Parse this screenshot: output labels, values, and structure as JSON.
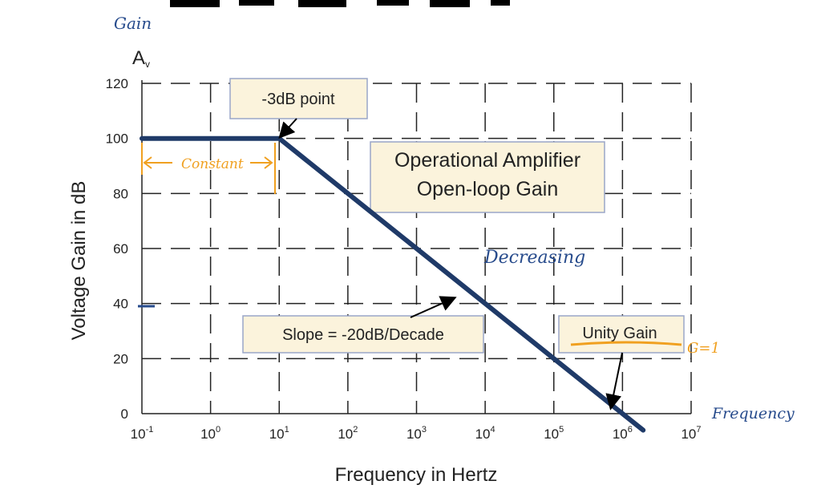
{
  "chart_data": {
    "type": "line",
    "title": "",
    "xlabel": "Frequency in Hertz",
    "ylabel": "Voltage Gain in dB",
    "yaxis_symbol": "Av",
    "x_scale": "log",
    "xlim": [
      0.1,
      10000000
    ],
    "ylim": [
      0,
      120
    ],
    "grid": true,
    "x_ticks": [
      {
        "value": 0.1,
        "base": "10",
        "exp": "-1"
      },
      {
        "value": 1,
        "base": "10",
        "exp": "0"
      },
      {
        "value": 10,
        "base": "10",
        "exp": "1"
      },
      {
        "value": 100,
        "base": "10",
        "exp": "2"
      },
      {
        "value": 1000,
        "base": "10",
        "exp": "3"
      },
      {
        "value": 10000,
        "base": "10",
        "exp": "4"
      },
      {
        "value": 100000,
        "base": "10",
        "exp": "5"
      },
      {
        "value": 1000000,
        "base": "10",
        "exp": "6"
      },
      {
        "value": 10000000,
        "base": "10",
        "exp": "7"
      }
    ],
    "y_ticks": [
      {
        "value": 0,
        "label": "0"
      },
      {
        "value": 20,
        "label": "20"
      },
      {
        "value": 40,
        "label": "40"
      },
      {
        "value": 60,
        "label": "60"
      },
      {
        "value": 80,
        "label": "80"
      },
      {
        "value": 100,
        "label": "100"
      },
      {
        "value": 120,
        "label": "120"
      }
    ],
    "series": [
      {
        "color": "#1f3a68",
        "x": [
          0.1,
          10,
          1000000,
          2000000
        ],
        "y": [
          100,
          100,
          0,
          -6
        ]
      }
    ],
    "annotations": {
      "minus3db": {
        "text": "-3dB point"
      },
      "title_box": {
        "line1": "Operational Amplifier",
        "line2": "Open-loop Gain"
      },
      "slope": {
        "text": "Slope = -20dB/Decade"
      },
      "unity": {
        "text": "Unity Gain"
      }
    },
    "handwritten": {
      "gain": "Gain",
      "constant": "Constant",
      "decreasing": "Decreasing",
      "g1": "G=1",
      "frequency": "Frequency"
    }
  },
  "colors": {
    "curve": "#1f3a68",
    "box_fill": "#fbf3dc",
    "box_border": "#9aa6c8",
    "title_text": "#3c5aa6",
    "handwriting_orange": "#f0a020",
    "handwriting_blue": "#274b8c",
    "grid": "#222222"
  }
}
